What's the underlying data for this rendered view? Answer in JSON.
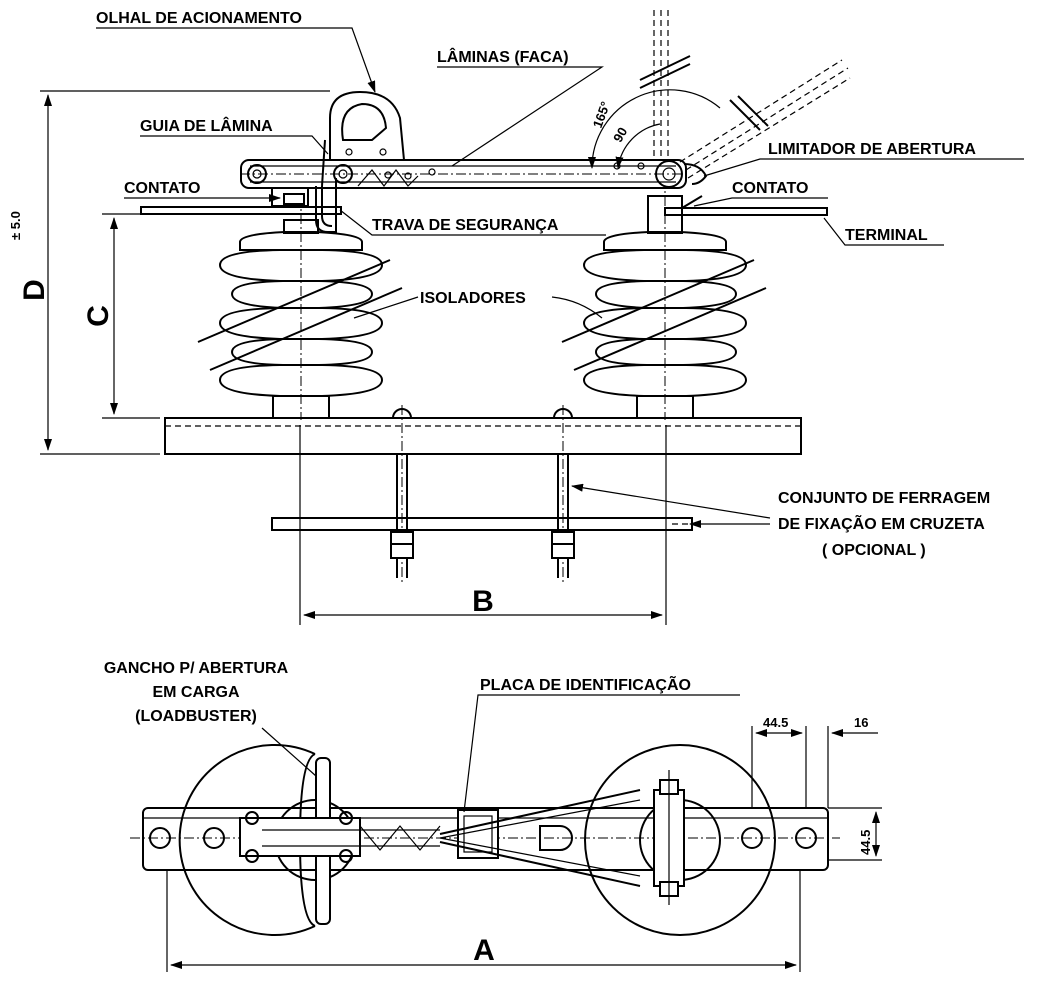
{
  "labels": {
    "olhal": "OLHAL DE ACIONAMENTO",
    "laminas": "LÂMINAS (FACA)",
    "guia": "GUIA DE LÂMINA",
    "limitador": "LIMITADOR DE ABERTURA",
    "contato_left": "CONTATO",
    "contato_right": "CONTATO",
    "trava": "TRAVA DE SEGURANÇA",
    "terminal": "TERMINAL",
    "isoladores": "ISOLADORES",
    "ferragem_1": "CONJUNTO DE FERRAGEM",
    "ferragem_2": "DE FIXAÇÃO EM CRUZETA",
    "ferragem_3": "( OPCIONAL )",
    "gancho_1": "GANCHO P/ ABERTURA",
    "gancho_2": "EM CARGA",
    "gancho_3": "(LOADBUSTER)",
    "placa": "PLACA DE IDENTIFICAÇÃO"
  },
  "dimensions": {
    "A": "A",
    "B": "B",
    "C": "C",
    "D": "D",
    "D_tol": "± 5.0",
    "d_445_top": "44.5",
    "d_16": "16",
    "d_445_side": "44.5"
  },
  "angles": {
    "a165": "165°",
    "a90": "90"
  },
  "colors": {
    "line": "#000000",
    "background": "#ffffff"
  }
}
